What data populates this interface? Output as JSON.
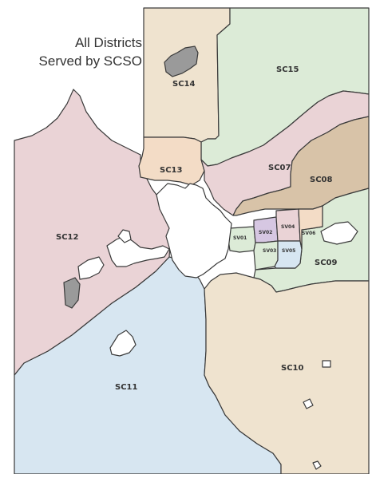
{
  "title": {
    "line1": "All Districts",
    "line2": "Served by SCSO"
  },
  "colors": {
    "SC15": "#dcebd7",
    "SC14": "#efe3cf",
    "SC13": "#f3dcc6",
    "SC07": "#ead3d6",
    "SC08": "#d8c3a8",
    "SC12": "#ead3d6",
    "SC11": "#d7e6f1",
    "SC10": "#efe3cf",
    "SC09": "#dcebd7",
    "SV01": "#dcebd7",
    "SV02": "#d6c7e2",
    "SV03": "#dcebd7",
    "SV04": "#ead3d6",
    "SV05": "#d7e6f1",
    "SV06": "#f3dcc6",
    "city": "#ffffff",
    "patch": "#9a9a9a"
  },
  "districts": [
    {
      "id": "SC15",
      "label": "SC15"
    },
    {
      "id": "SC14",
      "label": "SC14"
    },
    {
      "id": "SC13",
      "label": "SC13"
    },
    {
      "id": "SC07",
      "label": "SC07"
    },
    {
      "id": "SC08",
      "label": "SC08"
    },
    {
      "id": "SC12",
      "label": "SC12"
    },
    {
      "id": "SC11",
      "label": "SC11"
    },
    {
      "id": "SC10",
      "label": "SC10"
    },
    {
      "id": "SC09",
      "label": "SC09"
    },
    {
      "id": "SV01",
      "label": "SV01"
    },
    {
      "id": "SV02",
      "label": "SV02"
    },
    {
      "id": "SV03",
      "label": "SV03"
    },
    {
      "id": "SV04",
      "label": "SV04"
    },
    {
      "id": "SV05",
      "label": "SV05"
    },
    {
      "id": "SV06",
      "label": "SV06"
    }
  ]
}
